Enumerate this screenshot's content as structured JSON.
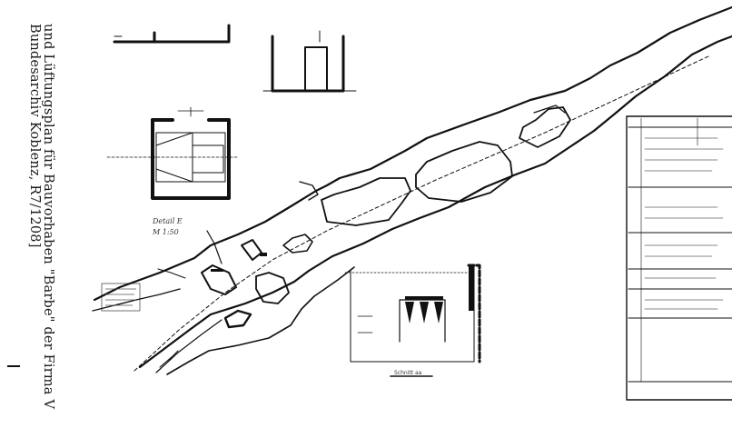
{
  "caption": {
    "line1": "und Lüftungsplan für Bauvorhaben \"Barbe\" der Firma V",
    "line2": "Bundesarchiv Koblenz, R7/1208]"
  },
  "drawing": {
    "detail_label": "Detail E",
    "detail_scale": "M 1:50",
    "key_label": "Schnitt aa"
  },
  "colors": {
    "ink": "#111111",
    "paper": "#ffffff"
  }
}
